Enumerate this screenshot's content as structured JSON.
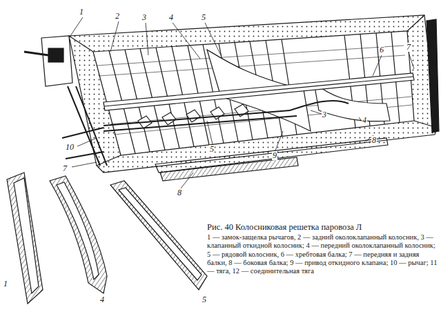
{
  "diagram": {
    "caption": "Рис. 40 Колосниковая решетка паровоза Л",
    "labels": [
      "1",
      "2",
      "3",
      "4",
      "5",
      "6",
      "7",
      "3",
      "4",
      "8",
      "9",
      "5",
      "8",
      "10",
      "7",
      "1",
      "4",
      "5",
      "1 — замок-защелка рычагов, 2 — задний околоклапанный колосник, 3 — клапанный откидной колосник; 4 — передний околоклапанный колосник; 5 — рядовой колосник, 6 — хребтовая балка; 7 — передняя и задняя балки, 8 — боковая балка; 9 — привод откидного клапана; 10 — рычаг; 11 — тяга, 12 — соединительная тяга"
    ]
  }
}
